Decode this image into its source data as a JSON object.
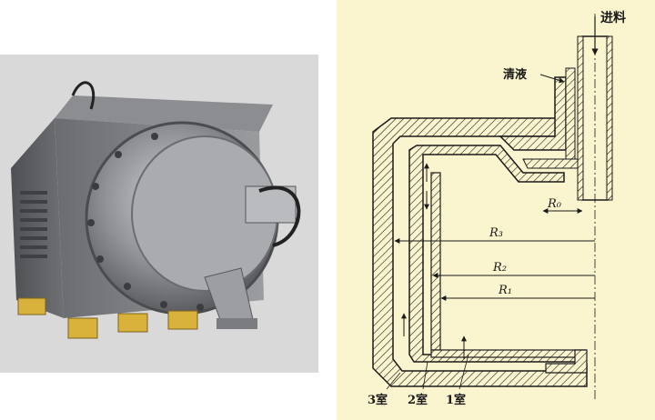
{
  "diagram": {
    "feed_label": "进料",
    "clear_liquid_label": "清液",
    "radius_labels": [
      "R₀",
      "R₃",
      "R₂",
      "R₁"
    ],
    "chamber_labels": [
      "3室",
      "2室",
      "1室"
    ]
  },
  "colors": {
    "photo_background": "#d9d9d9",
    "diagram_background": "#fbf5cf",
    "line": "#1a1a1a"
  }
}
